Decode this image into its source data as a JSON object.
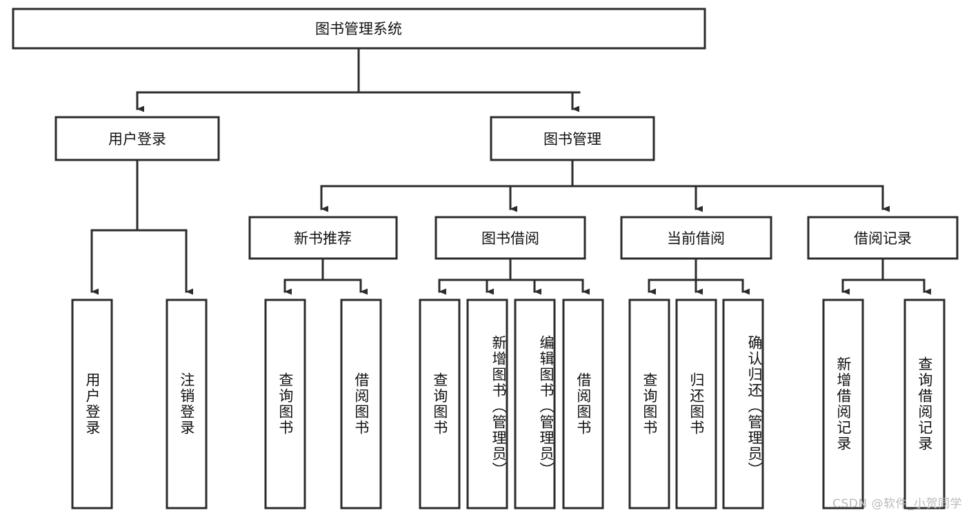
{
  "diagram": {
    "type": "tree",
    "title": "图书管理系统",
    "watermark": "CSDN @软件_小贺同学",
    "root": {
      "id": "root",
      "label": "图书管理系统"
    },
    "level2": [
      {
        "id": "user-login",
        "label": "用户登录"
      },
      {
        "id": "book-manage",
        "label": "图书管理"
      }
    ],
    "level3": [
      {
        "id": "new-book-recommend",
        "label": "新书推荐",
        "parent": "book-manage"
      },
      {
        "id": "book-borrow",
        "label": "图书借阅",
        "parent": "book-manage"
      },
      {
        "id": "current-borrow",
        "label": "当前借阅",
        "parent": "book-manage"
      },
      {
        "id": "borrow-record",
        "label": "借阅记录",
        "parent": "book-manage"
      }
    ],
    "leaves": [
      {
        "id": "leaf-user-login",
        "label": "用户登录",
        "parent": "user-login"
      },
      {
        "id": "leaf-logout-login",
        "label": "注销登录",
        "parent": "user-login"
      },
      {
        "id": "leaf-query-book-1",
        "label": "查询图书",
        "parent": "new-book-recommend"
      },
      {
        "id": "leaf-borrow-book-1",
        "label": "借阅图书",
        "parent": "new-book-recommend"
      },
      {
        "id": "leaf-query-book-2",
        "label": "查询图书",
        "parent": "book-borrow"
      },
      {
        "id": "leaf-add-book",
        "label": "新增图书（管理员）",
        "parent": "book-borrow"
      },
      {
        "id": "leaf-edit-book",
        "label": "编辑图书（管理员）",
        "parent": "book-borrow"
      },
      {
        "id": "leaf-borrow-book-2",
        "label": "借阅图书",
        "parent": "book-borrow"
      },
      {
        "id": "leaf-query-book-3",
        "label": "查询图书",
        "parent": "current-borrow"
      },
      {
        "id": "leaf-return-book",
        "label": "归还图书",
        "parent": "current-borrow"
      },
      {
        "id": "leaf-confirm-return",
        "label": "确认归还（管理员）",
        "parent": "current-borrow"
      },
      {
        "id": "leaf-add-record",
        "label": "新增借阅记录",
        "parent": "borrow-record"
      },
      {
        "id": "leaf-query-record",
        "label": "查询借阅记录",
        "parent": "borrow-record"
      }
    ],
    "colors": {
      "stroke": "#2b2b2b",
      "fill": "#ffffff",
      "text": "#111111",
      "watermark": "#b9b9b9"
    }
  }
}
